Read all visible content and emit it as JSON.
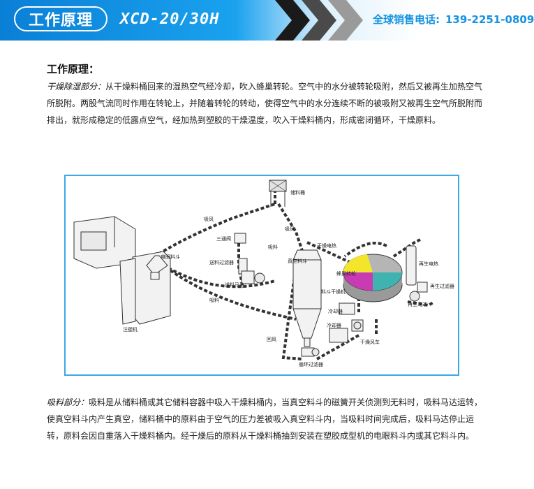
{
  "banner": {
    "title": "工作原理",
    "model": "XCD-20/30H",
    "hotline_label": "全球销售电话:",
    "hotline_number": "139-2251-0809"
  },
  "heading": "工作原理：",
  "drying": {
    "label": "干燥除湿部分：",
    "text": "从干燥料桶回来的湿热空气经冷却，吹入蜂巢转轮。空气中的水分被转轮吸附，然后又被再生加热空气所脱附。两股气流同时作用在转轮上，并随着转轮的转动，使得空气中的水分连续不断的被吸附又被再生空气所脱附而排出，就形成稳定的低露点空气，经加热到塑胶的干燥温度，吹入干燥料桶内，形成密闭循环，干燥原料。"
  },
  "diagram": {
    "labels": {
      "storage_bin": "储料桶",
      "suction_air_1": "吸风",
      "suction_air_2": "吸风",
      "three_way_valve": "三通阀",
      "electric_eye_hopper": "电眼料斗",
      "material_filter": "送料过滤器",
      "suction_material_1": "吸料",
      "suction_material_2": "吸料",
      "vacuum_hopper": "真空料斗",
      "dryer_heater": "干燥电热",
      "honeycomb_wheel": "蜂巢转轮",
      "loading_motor": "送料马达",
      "hopper_dryer": "料斗干燥机",
      "regen_heater": "再生电热",
      "regen_filter": "再生过滤器",
      "regen_motor": "再生马达",
      "cooler_1": "冷却器",
      "cooler_2": "冷却器",
      "injection_machine": "注塑机",
      "return_air": "回风",
      "dry_fan": "干燥风车",
      "circulation_filter": "循环过滤器"
    },
    "colors": {
      "wheel_yellow": "#f2e52c",
      "wheel_magenta": "#c93bb3",
      "wheel_teal": "#3fb3b0",
      "wheel_gray": "#b5b5b5",
      "frame": "#3da8e8"
    }
  },
  "loading": {
    "label": "吸料部分：",
    "text": "吸料是从储料桶或其它储料容器中吸入干燥料桶内，当真空料斗的磁簧开关侦测到无料时，吸料马达运转，使真空料斗内产生真空，储料桶中的原料由于空气的压力差被吸入真空料斗内，当吸料时间完成后，吸料马达停止运转，原料会因自重落入干燥料桶内。经干燥后的原料从干燥料桶抽到安装在塑胶成型机的电眼料斗内或其它料斗内。"
  }
}
